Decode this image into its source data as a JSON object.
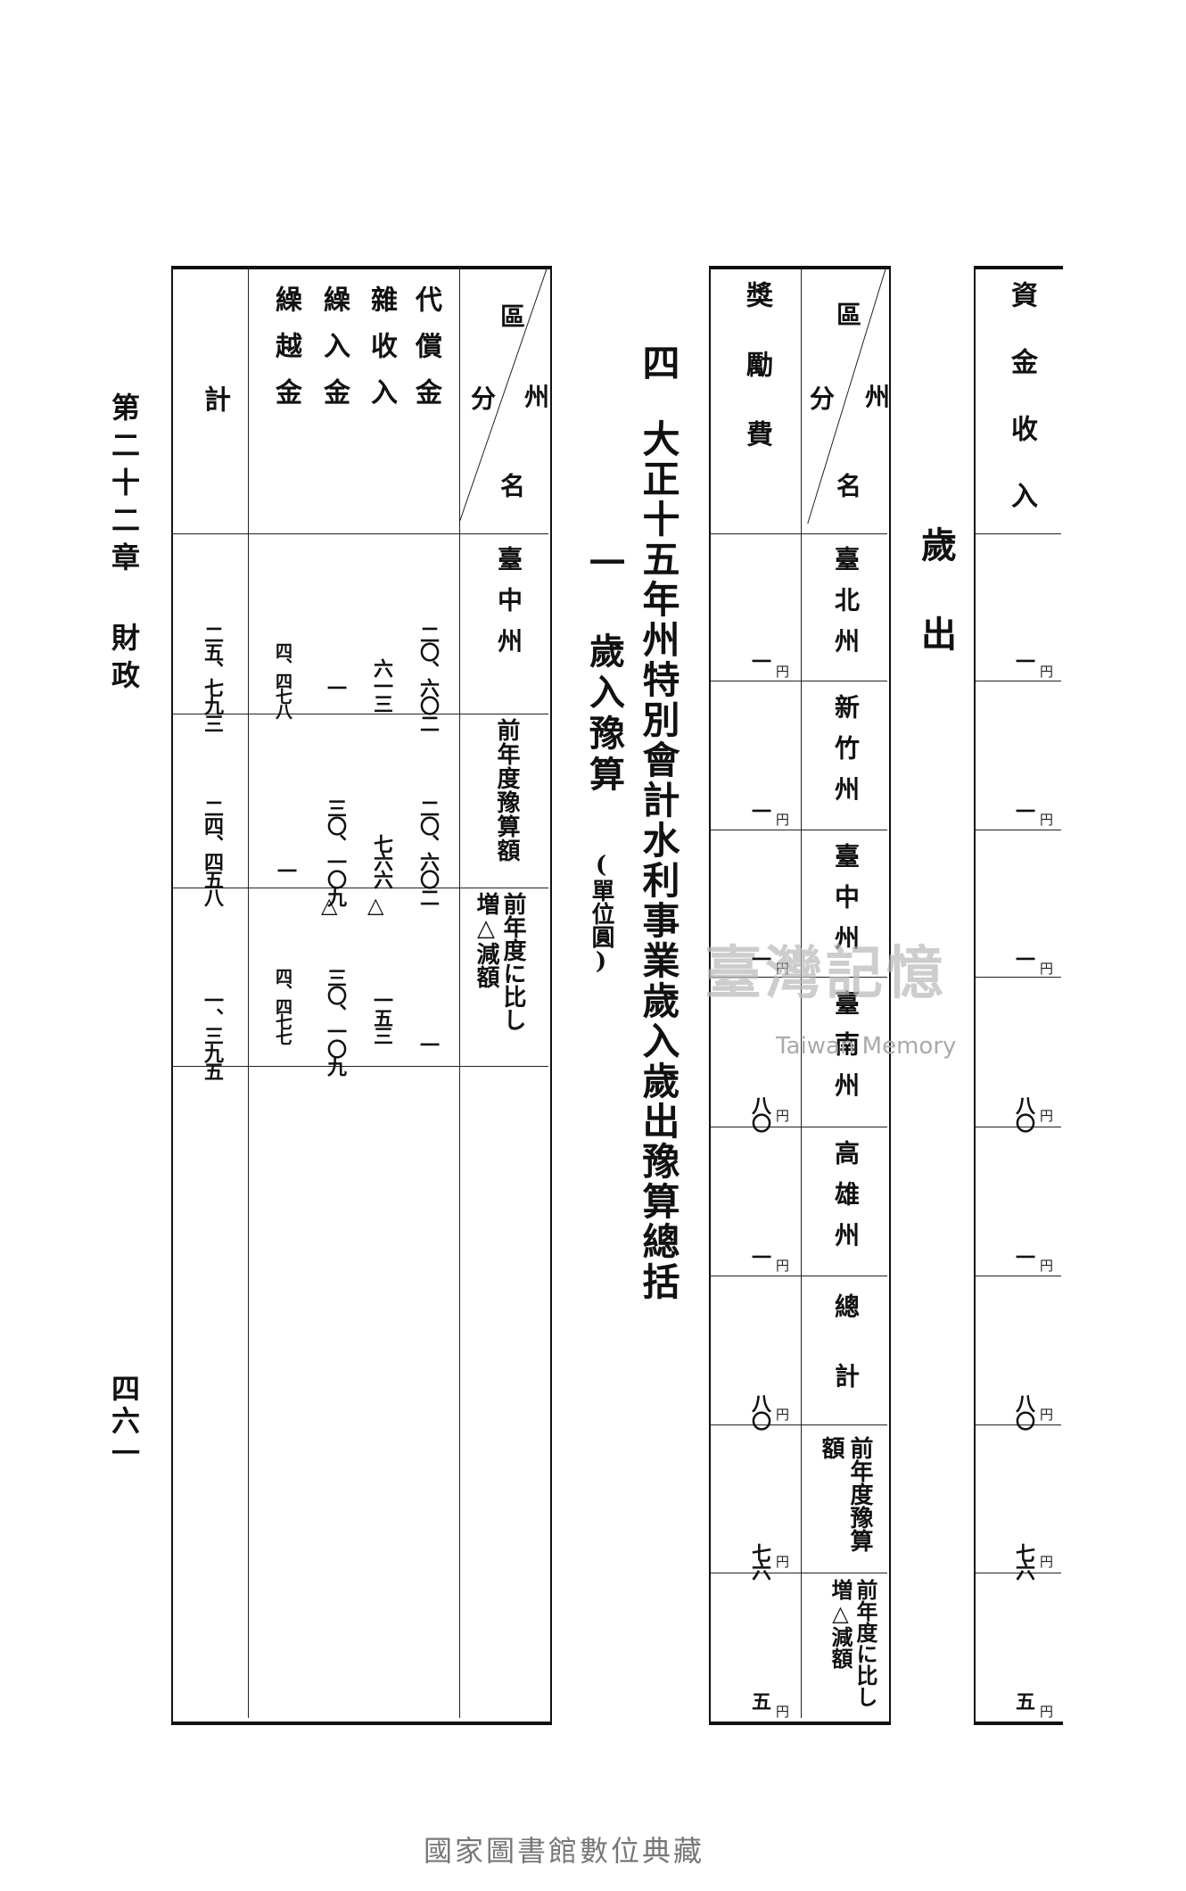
{
  "running_head": "第二十二章 財政",
  "page_number": "四六一",
  "section_number": "四",
  "section_title": "大正十五年州特別會計水利事業歲入歲出豫算總括",
  "subsection": "一 歲入豫算",
  "unit_note": "(單位圓)",
  "expenditure_heading": "歲出",
  "revenue_table": {
    "corner_top": "州",
    "corner_name": "名",
    "corner_left": "區",
    "corner_bottom": "分",
    "columns": [
      "臺中州",
      "前年度豫算額",
      "前年度に比し増△減額"
    ],
    "rows": [
      {
        "label": "代償金",
        "values": [
          "二〇、六〇二",
          "二〇、六〇二",
          "一"
        ]
      },
      {
        "label": "雜收入",
        "values": [
          "六一三",
          "七六六",
          "一五三"
        ]
      },
      {
        "label": "繰入金",
        "values": [
          "一",
          "三〇、一〇九",
          "三〇、一〇九"
        ]
      },
      {
        "label": "繰越金",
        "values": [
          "四、四七八",
          "一",
          "四、四七七"
        ]
      },
      {
        "label": "計",
        "values": [
          "二五、七九三",
          "二四、四五八",
          "一、三九五"
        ]
      }
    ]
  },
  "expenditure_table": {
    "corner_top": "州",
    "corner_name": "名",
    "corner_left": "區",
    "corner_bottom": "分",
    "row_label": "獎勵費",
    "columns": [
      "臺北州",
      "新竹州",
      "臺中州",
      "臺南州",
      "高雄州",
      "總計",
      "前年度豫算額",
      "前年度に比し増△減額"
    ],
    "values": [
      "一",
      "一",
      "一",
      "八〇",
      "一",
      "八〇",
      "七六",
      "五"
    ],
    "unit": "円"
  },
  "capital_table": {
    "row_label": "資金收入",
    "values": [
      "一",
      "一",
      "一",
      "八〇",
      "一",
      "八〇",
      "七六",
      "五"
    ],
    "unit": "円"
  },
  "watermark": {
    "text": "臺灣記憶",
    "subtext": "Taiwan Memory"
  },
  "footer": "國家圖書館數位典藏"
}
